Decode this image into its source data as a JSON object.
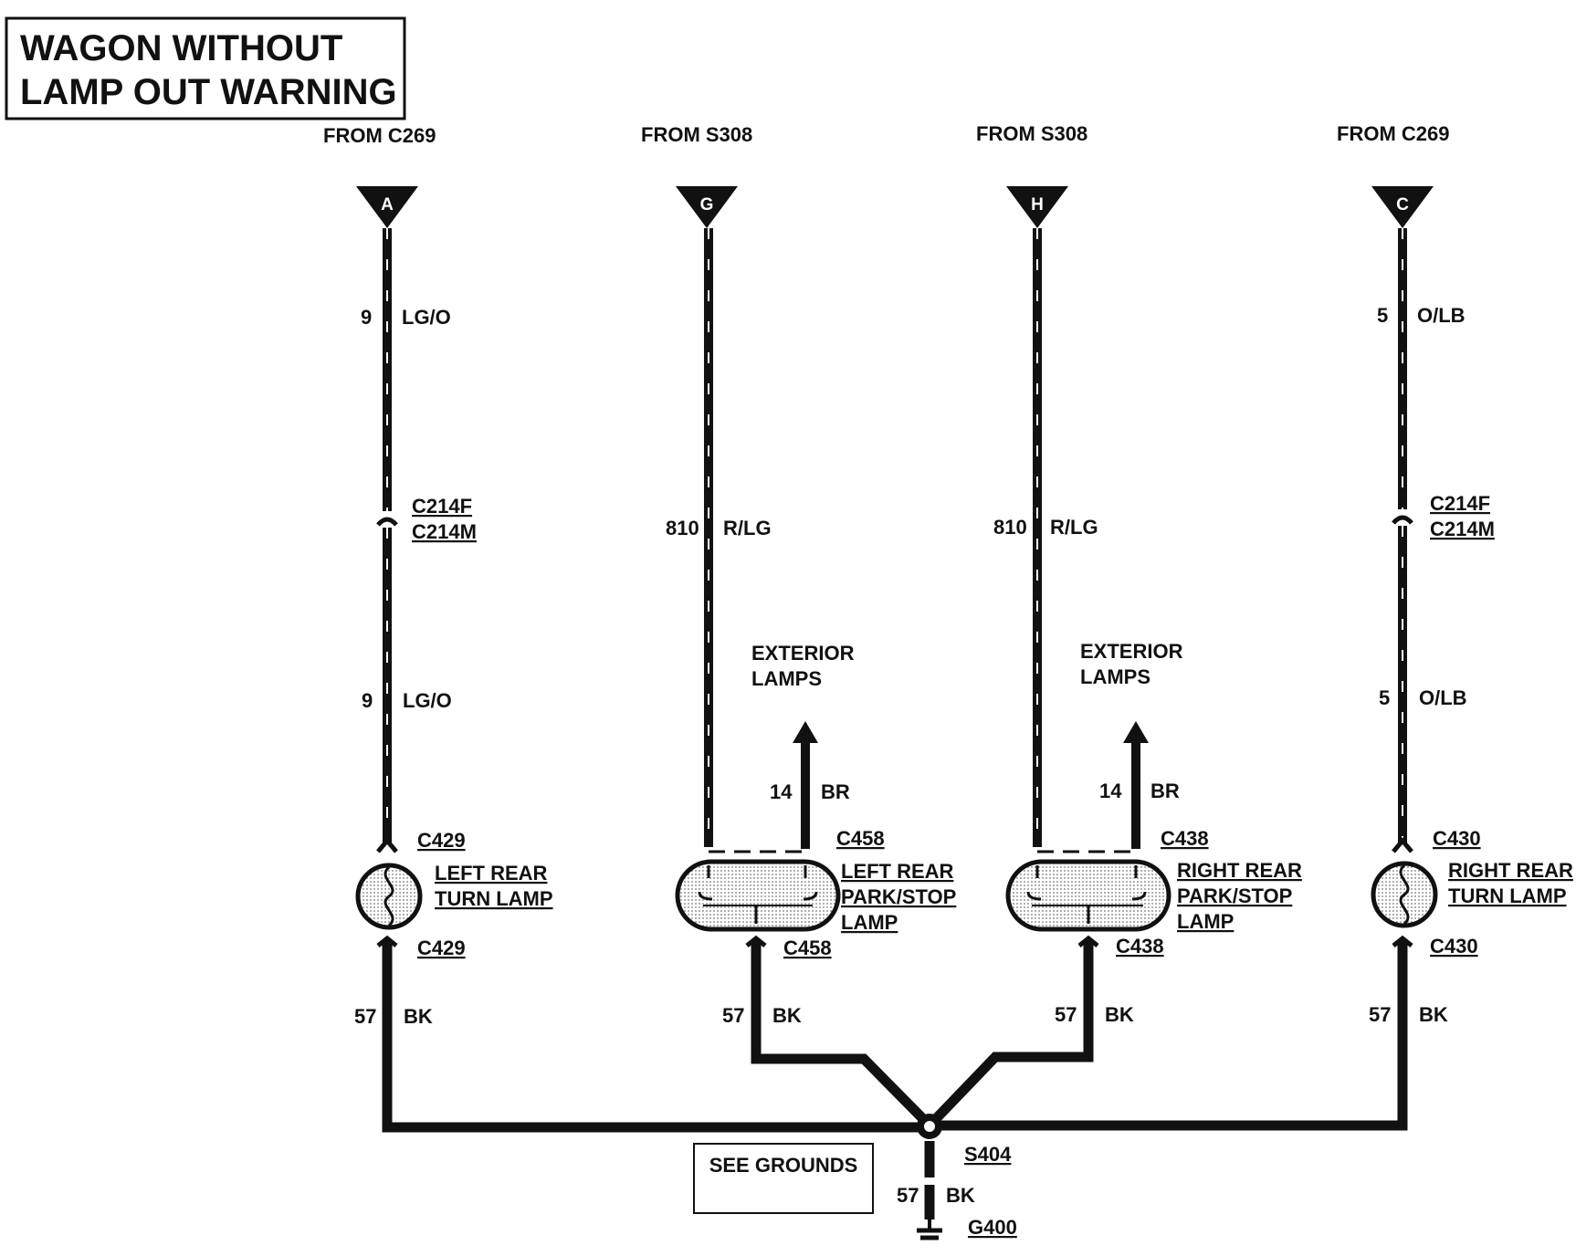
{
  "title": {
    "line1": "WAGON WITHOUT",
    "line2": "LAMP OUT WARNING"
  },
  "sources": {
    "a": "FROM C269",
    "g": "FROM S308",
    "h": "FROM S308",
    "c": "FROM C269"
  },
  "terminals": {
    "a": "A",
    "g": "G",
    "h": "H",
    "c": "C"
  },
  "circuits": {
    "a_top_num": "9",
    "a_top_color": "LG/O",
    "a_bot_num": "9",
    "a_bot_color": "LG/O",
    "g_num": "810",
    "g_color": "R/LG",
    "h_num": "810",
    "h_color": "R/LG",
    "c_top_num": "5",
    "c_top_color": "O/LB",
    "c_bot_num": "5",
    "c_bot_color": "O/LB",
    "br_left_num": "14",
    "br_left_color": "BR",
    "br_right_num": "14",
    "br_right_color": "BR",
    "gnd1_num": "57",
    "gnd1_color": "BK",
    "gnd2_num": "57",
    "gnd2_color": "BK",
    "gnd3_num": "57",
    "gnd3_color": "BK",
    "gnd4_num": "57",
    "gnd4_color": "BK",
    "gnd_main_num": "57",
    "gnd_main_color": "BK"
  },
  "connectors": {
    "c214f_left": "C214F",
    "c214m_left": "C214M",
    "c214f_right": "C214F",
    "c214m_right": "C214M",
    "c429_top": "C429",
    "c429_bot": "C429",
    "c458_top": "C458",
    "c458_bot": "C458",
    "c438_top": "C438",
    "c438_bot": "C438",
    "c430_top": "C430",
    "c430_bot": "C430"
  },
  "exterior": {
    "left_l1": "EXTERIOR",
    "left_l2": "LAMPS",
    "right_l1": "EXTERIOR",
    "right_l2": "LAMPS"
  },
  "lamps": {
    "lrt_l1": "LEFT REAR",
    "lrt_l2": "TURN LAMP",
    "lrp_l1": "LEFT REAR",
    "lrp_l2": "PARK/STOP",
    "lrp_l3": "LAMP",
    "rrp_l1": "RIGHT REAR",
    "rrp_l2": "PARK/STOP",
    "rrp_l3": "LAMP",
    "rrt_l1": "RIGHT REAR",
    "rrt_l2": "TURN LAMP"
  },
  "ground": {
    "splice": "S404",
    "ground": "G400",
    "see": "SEE GROUNDS"
  }
}
